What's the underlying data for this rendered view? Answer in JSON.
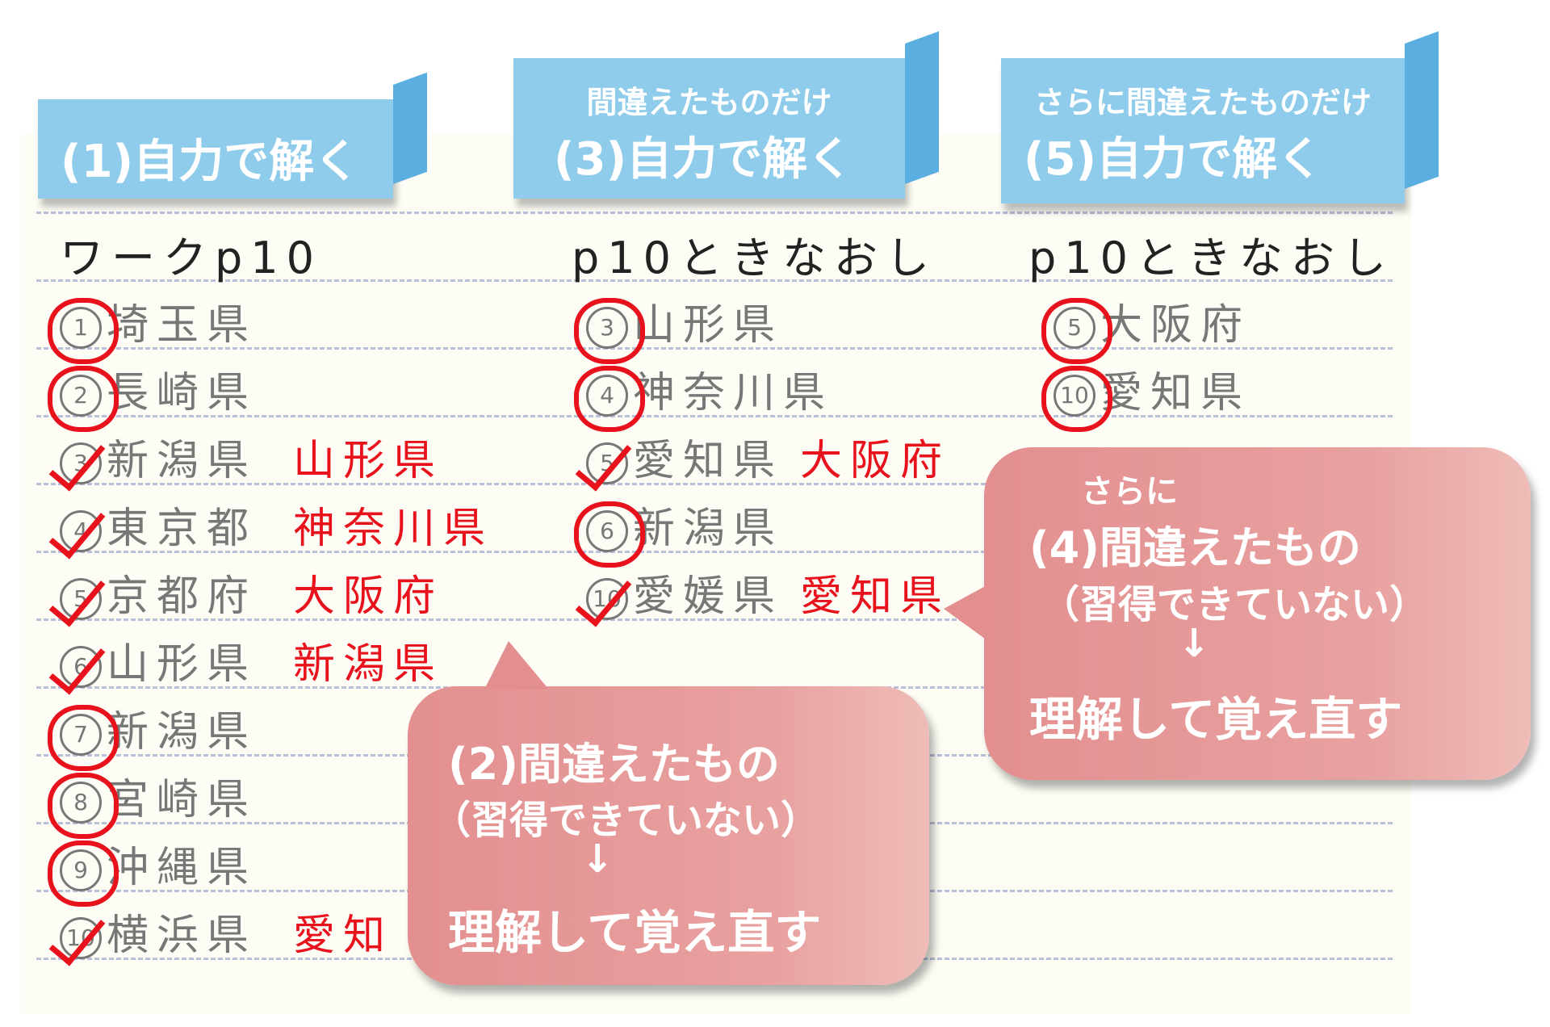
{
  "ribbons": [
    {
      "sub": "",
      "title": "(1)自力で解く"
    },
    {
      "sub": "間違えたものだけ",
      "title": "(3)自力で解く"
    },
    {
      "sub": "さらに間違えたものだけ",
      "title": "(5)自力で解く"
    }
  ],
  "colors": {
    "ribbon": "#8fcbea",
    "ribbon_fold": "#5aaee0",
    "red_pen": "#e8121d",
    "bubble": "#e8a1a0",
    "paper": "#fdfdf5"
  },
  "columns": [
    {
      "heading": "ワークp10",
      "rows": [
        {
          "num": "1",
          "answer": "埼玉県",
          "correction": "",
          "mark": "circle"
        },
        {
          "num": "2",
          "answer": "長崎県",
          "correction": "",
          "mark": "circle"
        },
        {
          "num": "3",
          "answer": "新潟県",
          "correction": "山形県",
          "mark": "check"
        },
        {
          "num": "4",
          "answer": "東京都",
          "correction": "神奈川県",
          "mark": "check"
        },
        {
          "num": "5",
          "answer": "京都府",
          "correction": "大阪府",
          "mark": "check"
        },
        {
          "num": "6",
          "answer": "山形県",
          "correction": "新潟県",
          "mark": "check"
        },
        {
          "num": "7",
          "answer": "新潟県",
          "correction": "",
          "mark": "circle"
        },
        {
          "num": "8",
          "answer": "宮崎県",
          "correction": "",
          "mark": "circle"
        },
        {
          "num": "9",
          "answer": "沖縄県",
          "correction": "",
          "mark": "circle"
        },
        {
          "num": "10",
          "answer": "横浜県",
          "correction": "愛知",
          "mark": "check"
        }
      ]
    },
    {
      "heading": "p10ときなおし",
      "rows": [
        {
          "num": "3",
          "answer": "山形県",
          "correction": "",
          "mark": "circle"
        },
        {
          "num": "4",
          "answer": "神奈川県",
          "correction": "",
          "mark": "circle"
        },
        {
          "num": "5",
          "answer": "愛知県",
          "correction": "大阪府",
          "mark": "check"
        },
        {
          "num": "6",
          "answer": "新潟県",
          "correction": "",
          "mark": "circle"
        },
        {
          "num": "10",
          "answer": "愛媛県",
          "correction": "愛知県",
          "mark": "check"
        }
      ]
    },
    {
      "heading": "p10ときなおし",
      "rows": [
        {
          "num": "5",
          "answer": "大阪府",
          "correction": "",
          "mark": "circle"
        },
        {
          "num": "10",
          "answer": "愛知県",
          "correction": "",
          "mark": "circle"
        }
      ]
    }
  ],
  "bubbles": [
    {
      "pre": "",
      "title": "(2)間違えたもの",
      "note": "（習得できていない）",
      "arrow": "↓",
      "action": "理解して覚え直す"
    },
    {
      "pre": "さらに",
      "title": "(4)間違えたもの",
      "note": "（習得できていない）",
      "arrow": "↓",
      "action": "理解して覚え直す"
    }
  ]
}
